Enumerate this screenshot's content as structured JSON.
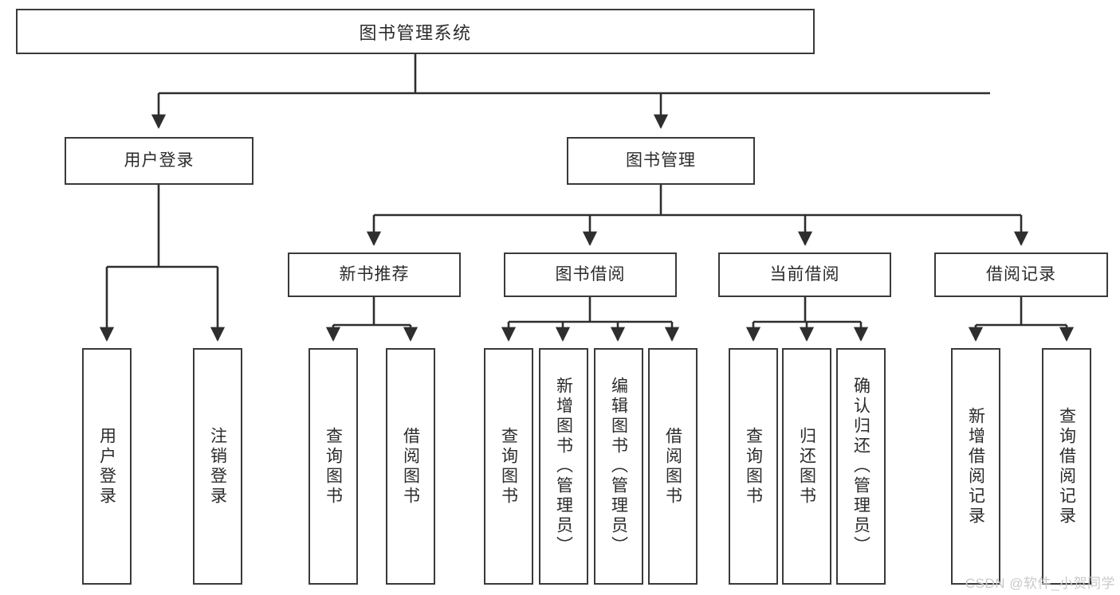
{
  "diagram": {
    "title": "图书管理系统",
    "watermark": "CSDN @软件_小贺同学",
    "colors": {
      "stroke": "#3a3a3a",
      "box_fill": "#ffffff",
      "text": "#2b2b2b",
      "background": "#ffffff",
      "watermark": "#c9c9c9"
    }
  },
  "nodes": {
    "root": {
      "label": "图书管理系统"
    },
    "level2": [
      {
        "label": "用户登录"
      },
      {
        "label": "图书管理"
      }
    ],
    "level3": [
      {
        "label": "新书推荐"
      },
      {
        "label": "图书借阅"
      },
      {
        "label": "当前借阅"
      },
      {
        "label": "借阅记录"
      }
    ],
    "leaves": {
      "user_login": [
        {
          "label": "用户登录"
        },
        {
          "label": "注销登录"
        }
      ],
      "new_book_recommend": [
        {
          "label": "查询图书"
        },
        {
          "label": "借阅图书"
        }
      ],
      "book_borrow": [
        {
          "label": "查询图书"
        },
        {
          "label": "新增图书（管理员）"
        },
        {
          "label": "编辑图书（管理员）"
        },
        {
          "label": "借阅图书"
        }
      ],
      "current_borrow": [
        {
          "label": "查询图书"
        },
        {
          "label": "归还图书"
        },
        {
          "label": "确认归还（管理员）"
        }
      ],
      "borrow_record": [
        {
          "label": "新增借阅记录"
        },
        {
          "label": "查询借阅记录"
        }
      ]
    }
  }
}
